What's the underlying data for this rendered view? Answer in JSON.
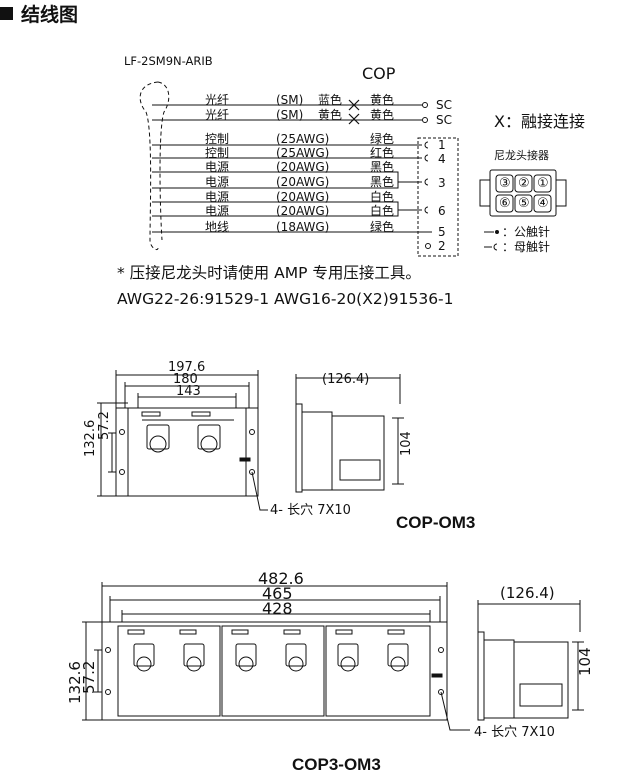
{
  "title": "结线图",
  "cable_model": "LF-2SM9N-ARIB",
  "connector_model": "COP",
  "splice_label": "X：融接连接",
  "nylon_label": "尼龙头接器",
  "male_pin": "：公触针",
  "female_pin": "：母触针",
  "wires": [
    {
      "name": "光纤",
      "spec": "(SM)",
      "c1": "蓝色",
      "c2": "黄色",
      "term": "SC"
    },
    {
      "name": "光纤",
      "spec": "(SM)",
      "c1": "黄色",
      "c2": "黄色",
      "term": "SC"
    },
    {
      "name": "控制",
      "spec": "(25AWG)",
      "c2": "绿色",
      "term": "1"
    },
    {
      "name": "控制",
      "spec": "(25AWG)",
      "c2": "红色",
      "term": "4"
    },
    {
      "name": "电源",
      "spec": "(20AWG)",
      "c2": "黑色"
    },
    {
      "name": "电源",
      "spec": "(20AWG)",
      "c2": "黑色",
      "term": "3"
    },
    {
      "name": "电源",
      "spec": "(20AWG)",
      "c2": "白色"
    },
    {
      "name": "电源",
      "spec": "(20AWG)",
      "c2": "白色",
      "term": "6"
    },
    {
      "name": "地线",
      "spec": "(18AWG)",
      "c2": "绿色",
      "term": "5"
    },
    {
      "term": "2"
    }
  ],
  "connector_pins": [
    "③",
    "②",
    "①",
    "⑥",
    "⑤",
    "④"
  ],
  "note1": "* 压接尼龙头时请使用 AMP 专用压接工具。",
  "note2": "AWG22-26:91529-1 AWG16-20(X2)91536-1",
  "om3": {
    "name": "COP-OM3",
    "w1": "197.6",
    "w2": "180",
    "w3": "143",
    "h1": "132.6",
    "h2": "57.2",
    "depth": "(126.4)",
    "side_h": "104",
    "slot": "4- 长穴 7X10"
  },
  "om3x3": {
    "name": "COP3-OM3",
    "w1": "482.6",
    "w2": "465",
    "w3": "428",
    "h1": "132.6",
    "h2": "57.2",
    "depth": "(126.4)",
    "side_h": "104",
    "slot": "4- 长穴 7X10"
  }
}
